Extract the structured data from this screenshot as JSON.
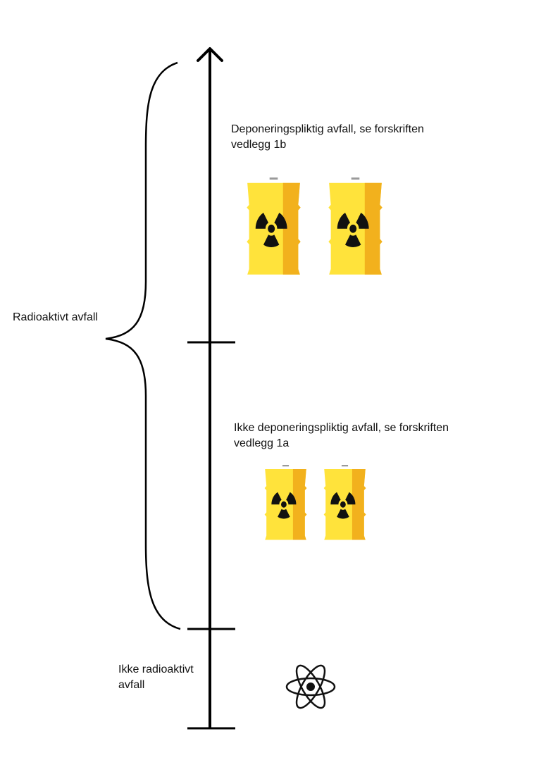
{
  "labels": {
    "radioactive": "Radioaktivt avfall",
    "deposit_required": "Deponeringspliktig avfall, se forskriften vedlegg 1b",
    "not_deposit_required": "Ikke deponeringspliktig avfall, se forskriften vedlegg 1a",
    "non_radioactive": "Ikke radioaktivt avfall"
  },
  "icons": {
    "barrel": "radioactive-barrel-icon",
    "atom": "atom-icon"
  },
  "colors": {
    "barrel_yellow": "#FFE33B",
    "barrel_shade": "#F2B11D",
    "symbol": "#111111",
    "line": "#000000"
  }
}
